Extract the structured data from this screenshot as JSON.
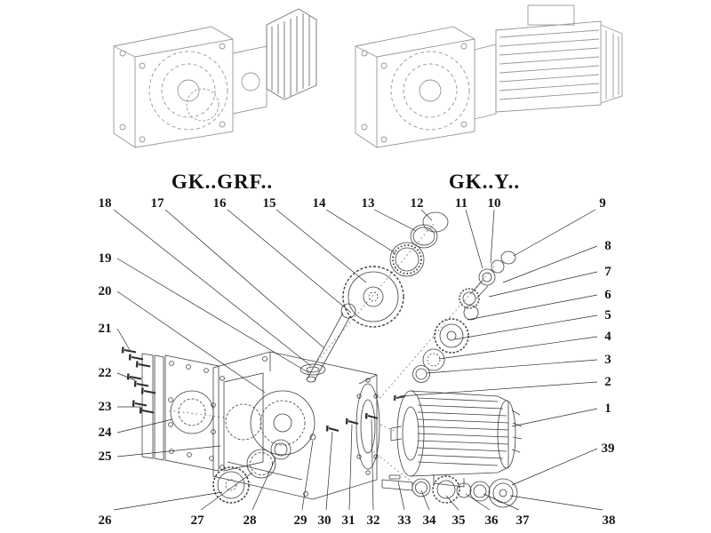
{
  "colors": {
    "ink": "#1c1c1c",
    "ghost": "#979797",
    "leader": "#2a2a2a",
    "background": "#ffffff"
  },
  "variants": [
    {
      "id": "gk-grf",
      "label": "GK..GRF.."
    },
    {
      "id": "gk-y",
      "label": "GK..Y.."
    }
  ],
  "callouts": {
    "top": [
      "18",
      "17",
      "16",
      "15",
      "14",
      "13",
      "12",
      "11",
      "10",
      "9"
    ],
    "right": [
      "8",
      "7",
      "6",
      "5",
      "4",
      "3",
      "2",
      "1",
      "39"
    ],
    "left": [
      "19",
      "20",
      "21",
      "22",
      "23",
      "24",
      "25"
    ],
    "bottom": [
      "26",
      "27",
      "28",
      "29",
      "30",
      "31",
      "32",
      "33",
      "34",
      "35",
      "36",
      "37",
      "38"
    ]
  }
}
